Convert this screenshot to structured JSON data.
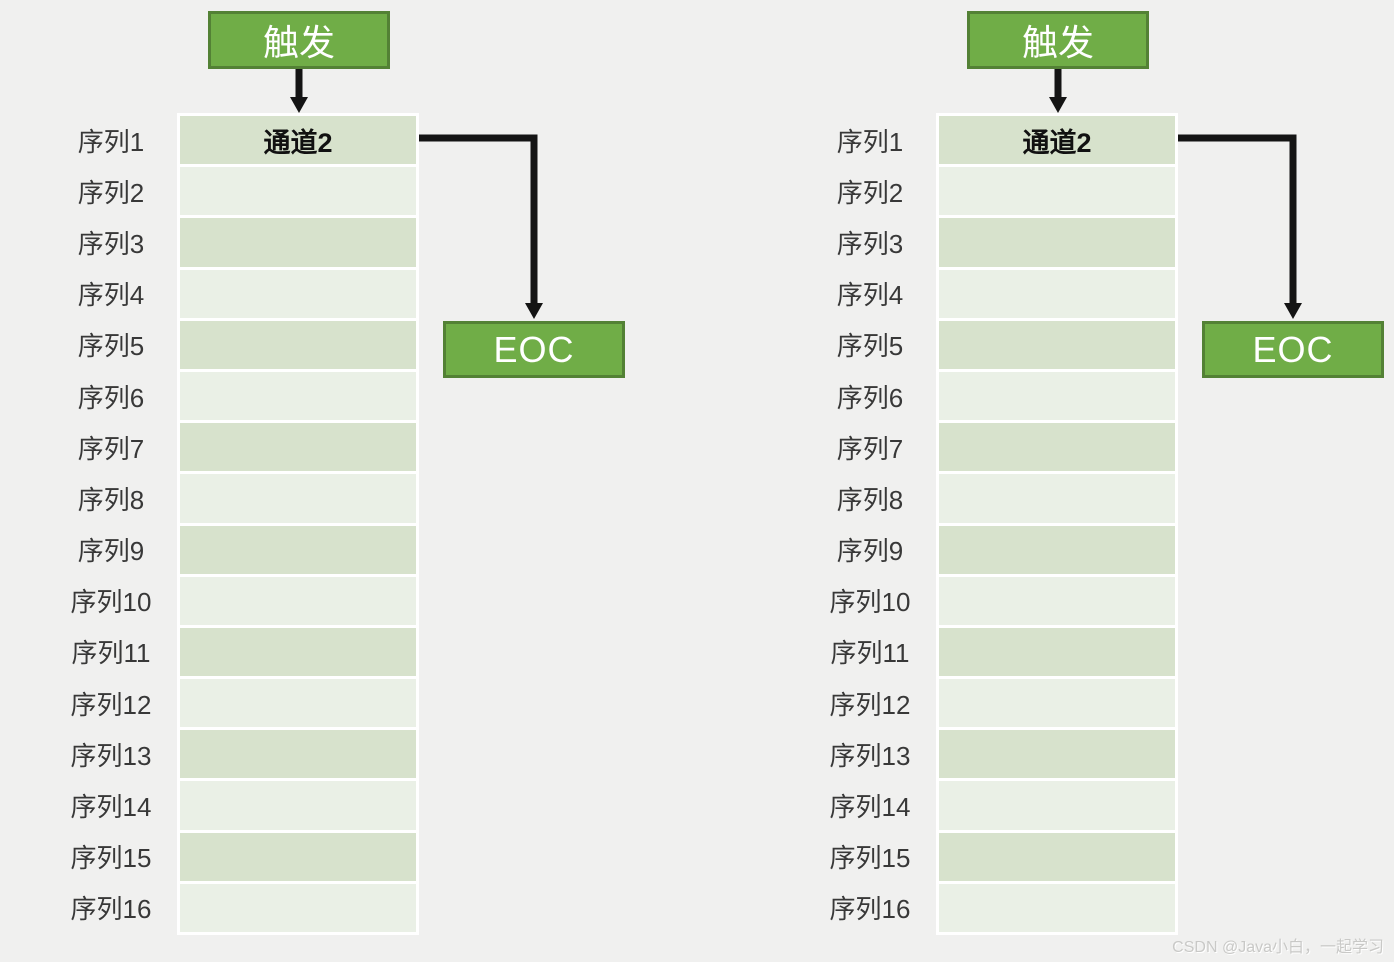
{
  "page": {
    "watermark": "CSDN @Java小白，一起学习"
  },
  "colors": {
    "page_bg": "#f0f0ef",
    "accent_green": "#70ad47",
    "accent_green_border": "#538135",
    "row_band_dark": "#d7e2cc",
    "row_band_light": "#eaf0e6",
    "table_gap": "#ffffff",
    "arrow_black": "#141414",
    "label_text": "#383838",
    "channel_text": "#111111",
    "box_text": "#ffffff",
    "watermark_text": "#c9c9c7"
  },
  "diagrams": [
    {
      "name": "adc-regular-sequence-left",
      "trigger_label": "触发",
      "channel_label": "通道2",
      "eoc_label": "EOC",
      "rows": [
        "序列1",
        "序列2",
        "序列3",
        "序列4",
        "序列5",
        "序列6",
        "序列7",
        "序列8",
        "序列9",
        "序列10",
        "序列11",
        "序列12",
        "序列13",
        "序列14",
        "序列15",
        "序列16"
      ]
    },
    {
      "name": "adc-regular-sequence-right",
      "trigger_label": "触发",
      "channel_label": "通道2",
      "eoc_label": "EOC",
      "rows": [
        "序列1",
        "序列2",
        "序列3",
        "序列4",
        "序列5",
        "序列6",
        "序列7",
        "序列8",
        "序列9",
        "序列10",
        "序列11",
        "序列12",
        "序列13",
        "序列14",
        "序列15",
        "序列16"
      ]
    }
  ]
}
